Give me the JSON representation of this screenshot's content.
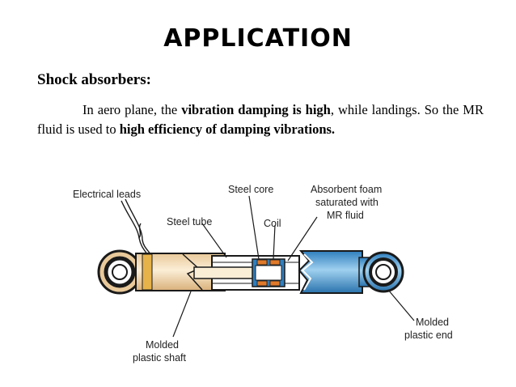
{
  "title": "APPLICATION",
  "subheading": "Shock absorbers:",
  "paragraph": {
    "t1": "In aero plane, the ",
    "b1": "vibration damping is high",
    "t2": ", while landings. So the MR fluid is used to ",
    "b2": "high efficiency of damping vibrations."
  },
  "diagram": {
    "labels": {
      "electrical_leads": "Electrical leads",
      "steel_core": "Steel core",
      "foam_1": "Absorbent foam",
      "foam_2": "saturated with",
      "foam_3": "MR fluid",
      "steel_tube": "Steel tube",
      "coil": "Coil",
      "molded_shaft_1": "Molded",
      "molded_shaft_2": "plastic shaft",
      "molded_end_1": "Molded",
      "molded_end_2": "plastic end"
    },
    "colors": {
      "shaft": "#f3dcb8",
      "tube": "#5aa6d8",
      "coil": "#e07a2a",
      "ring_outer": "#1a1a1a"
    }
  }
}
